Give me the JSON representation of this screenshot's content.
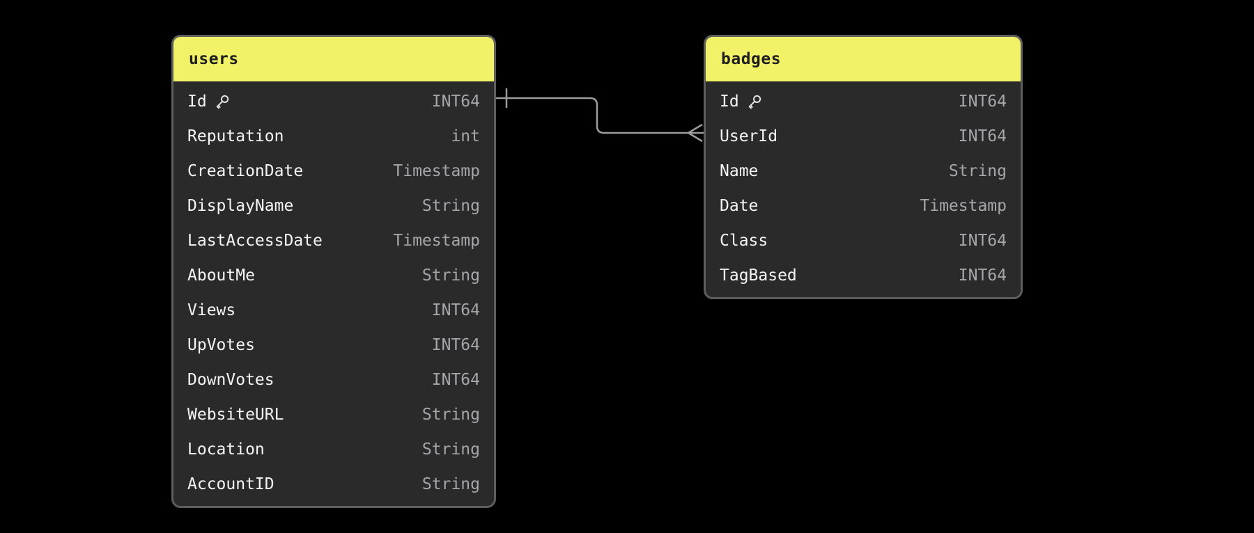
{
  "diagram": {
    "colors": {
      "canvas_bg": "#000000",
      "table_header_bg": "#F2F269",
      "table_header_text": "#1F1F1F",
      "table_body_bg": "#2A2A2A",
      "table_border": "#5E5E5E",
      "field_name_text": "#F5F5F5",
      "field_type_text": "#A6A6AB",
      "edge_line": "#9C9C9C"
    },
    "tables": [
      {
        "title": "users",
        "fields": [
          {
            "name": "Id",
            "type": "INT64",
            "primary_key": true
          },
          {
            "name": "Reputation",
            "type": "int"
          },
          {
            "name": "CreationDate",
            "type": "Timestamp"
          },
          {
            "name": "DisplayName",
            "type": "String"
          },
          {
            "name": "LastAccessDate",
            "type": "Timestamp"
          },
          {
            "name": "AboutMe",
            "type": "String"
          },
          {
            "name": "Views",
            "type": "INT64"
          },
          {
            "name": "UpVotes",
            "type": "INT64"
          },
          {
            "name": "DownVotes",
            "type": "INT64"
          },
          {
            "name": "WebsiteURL",
            "type": "String"
          },
          {
            "name": "Location",
            "type": "String"
          },
          {
            "name": "AccountID",
            "type": "String"
          }
        ]
      },
      {
        "title": "badges",
        "fields": [
          {
            "name": "Id",
            "type": "INT64",
            "primary_key": true
          },
          {
            "name": "UserId",
            "type": "INT64"
          },
          {
            "name": "Name",
            "type": "String"
          },
          {
            "name": "Date",
            "type": "Timestamp"
          },
          {
            "name": "Class",
            "type": "INT64"
          },
          {
            "name": "TagBased",
            "type": "INT64"
          }
        ]
      }
    ],
    "relationships": [
      {
        "from": "users.Id",
        "to": "badges.UserId",
        "from_cardinality": "one",
        "to_cardinality": "many"
      }
    ]
  }
}
